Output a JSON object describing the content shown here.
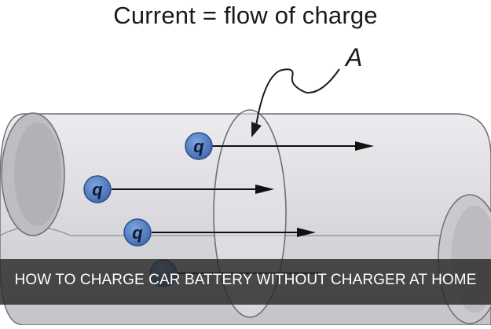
{
  "diagram": {
    "title": "Current = flow of charge",
    "area_label": "A",
    "charge_label": "q"
  },
  "banner": {
    "text": "HOW TO CHARGE CAR BATTERY WITHOUT CHARGER AT HOME"
  },
  "colors": {
    "tube_fill": "#d8d8dc",
    "tube_edge": "#6e6e74",
    "charge_fill": "#4f7cc4",
    "banner_bg": "#2b2b2b"
  }
}
